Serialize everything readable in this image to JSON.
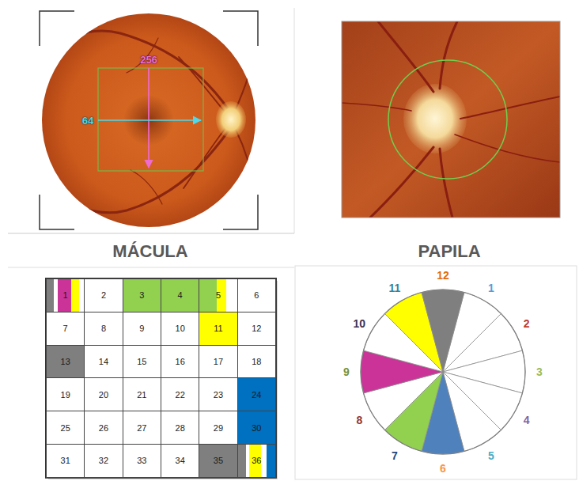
{
  "diagram": {
    "nodes": [
      {
        "text": [
          "1"
        ]
      },
      {
        "text": [
          "2"
        ]
      },
      {
        "text": [
          "3"
        ]
      },
      {
        "text": [
          "4"
        ]
      },
      {
        "text": [
          "5"
        ]
      },
      {
        "text": [
          "6"
        ]
      },
      {
        "text": [
          "7"
        ]
      },
      {
        "text": [
          "8"
        ]
      },
      {
        "text": [
          "9"
        ]
      },
      {
        "text": [
          "10"
        ]
      },
      {
        "text": [
          "11"
        ]
      },
      {
        "text": [
          "12"
        ]
      },
      {
        "text": [
          "13"
        ]
      },
      {
        "text": [
          "14"
        ]
      },
      {
        "text": [
          "15"
        ]
      },
      {
        "text": [
          "16"
        ]
      },
      {
        "text": [
          "17"
        ]
      },
      {
        "text": [
          "18"
        ]
      },
      {
        "text": [
          "19"
        ]
      },
      {
        "text": [
          "20"
        ]
      },
      {
        "text": [
          "21"
        ]
      },
      {
        "text": [
          "22"
        ]
      },
      {
        "text": [
          "23"
        ]
      },
      {
        "text": [
          "24"
        ]
      },
      {
        "text": [
          "25"
        ]
      },
      {
        "text": [
          "26"
        ]
      },
      {
        "text": [
          "27"
        ]
      },
      {
        "text": [
          "28"
        ]
      },
      {
        "text": [
          "29"
        ]
      },
      {
        "text": [
          "30"
        ]
      },
      {
        "text": [
          "31"
        ]
      },
      {
        "text": [
          "32"
        ]
      },
      {
        "text": [
          "33"
        ]
      },
      {
        "text": [
          "34"
        ]
      },
      {
        "text": [
          "35"
        ]
      },
      {
        "text": [
          "36"
        ]
      }
    ],
    "labels": [
      "256",
      "64",
      "MÁCULA",
      "PAPILA",
      "12",
      "1",
      "2",
      "3",
      "4",
      "5",
      "6",
      "7",
      "8",
      "9",
      "10",
      "11"
    ]
  }
}
